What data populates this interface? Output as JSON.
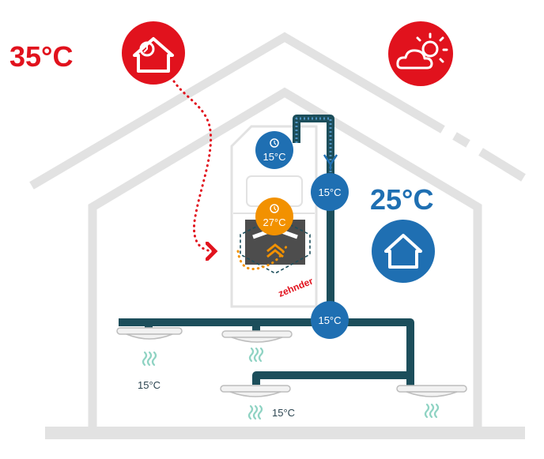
{
  "outside": {
    "temperature": "35°C",
    "icon": "house-sun-exposure-icon"
  },
  "weather": {
    "icon": "cloud-sun-icon"
  },
  "indoor": {
    "temperature": "25°C",
    "icon": "home-icon"
  },
  "unit": {
    "brand": "zehnder",
    "top_badge": "15°C",
    "middle_badge": "27°C"
  },
  "duct": {
    "upper_badge": "15°C",
    "lower_badge": "15°C"
  },
  "vents": [
    {
      "label": "15°C"
    },
    {
      "label": "15°C"
    }
  ],
  "colors": {
    "red": "#e1121d",
    "blue": "#1f6fb2",
    "orange": "#f29100",
    "duct": "#1c4e5b",
    "house_outline": "#e2e2e2",
    "airflow": "#8fd3c3"
  }
}
